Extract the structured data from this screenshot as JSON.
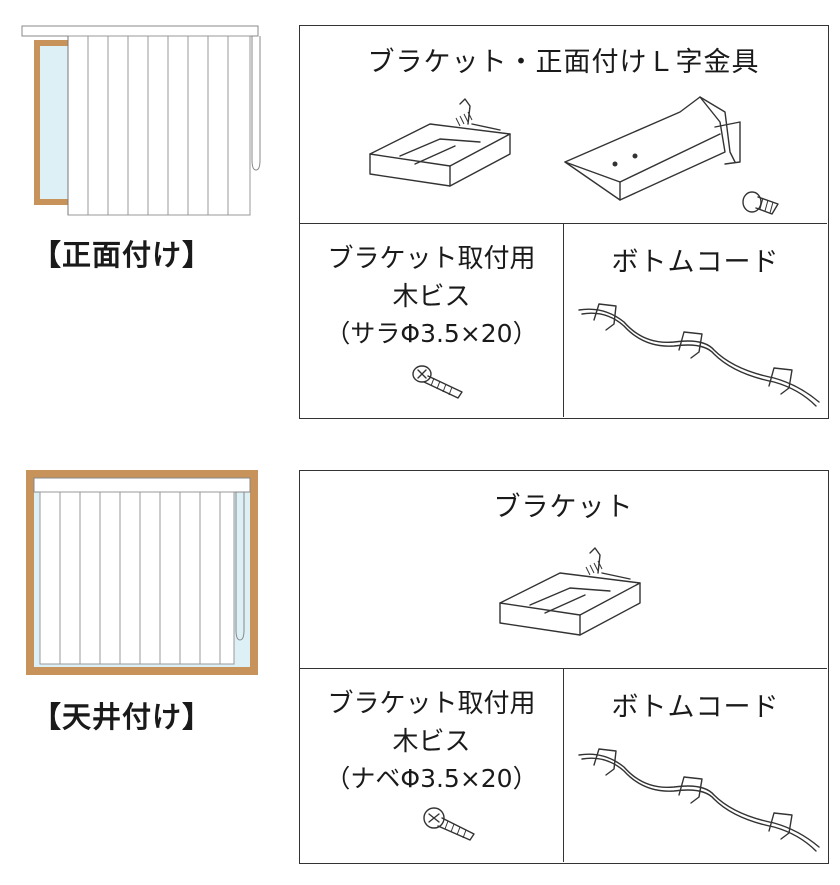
{
  "sections": [
    {
      "caption": "【正面付け】",
      "top_cell": {
        "title": "ブラケット・正面付けＬ字金具"
      },
      "screw_cell": {
        "line1": "ブラケット取付用",
        "line2": "木ビス",
        "line3": "（サラΦ3.5×20）"
      },
      "cord_cell": {
        "title": "ボトムコード"
      }
    },
    {
      "caption": "【天井付け】",
      "top_cell": {
        "title": "ブラケット"
      },
      "screw_cell": {
        "line1": "ブラケット取付用",
        "line2": "木ビス",
        "line3": "（ナベΦ3.5×20）"
      },
      "cord_cell": {
        "title": "ボトムコード"
      }
    }
  ],
  "colors": {
    "frame_wood": "#C8935A",
    "glass": "#DDF0F6",
    "vane": "#FFFFFF",
    "border": "#333333"
  }
}
